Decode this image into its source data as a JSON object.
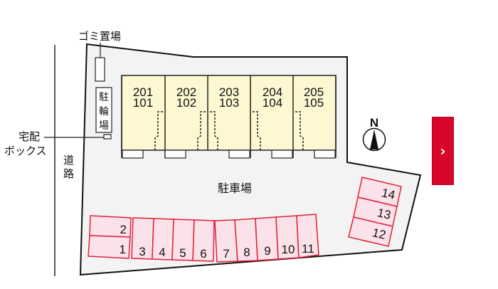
{
  "labels": {
    "garbage": "ゴミ置場",
    "bicycle": [
      "駐",
      "輪",
      "場"
    ],
    "delivery_box": [
      "宅配",
      "ボックス"
    ],
    "road": [
      "道",
      "路"
    ],
    "parking": "駐車場",
    "north": "N"
  },
  "units": [
    {
      "upper": "201",
      "lower": "101"
    },
    {
      "upper": "202",
      "lower": "102"
    },
    {
      "upper": "203",
      "lower": "103"
    },
    {
      "upper": "204",
      "lower": "104"
    },
    {
      "upper": "205",
      "lower": "105"
    }
  ],
  "parking_spaces": [
    "1",
    "2",
    "3",
    "4",
    "5",
    "6",
    "7",
    "8",
    "9",
    "10",
    "11",
    "12",
    "13",
    "14"
  ],
  "next_button": {
    "icon": "chevron-right-icon",
    "glyph": "›",
    "color": "#d8062b"
  }
}
